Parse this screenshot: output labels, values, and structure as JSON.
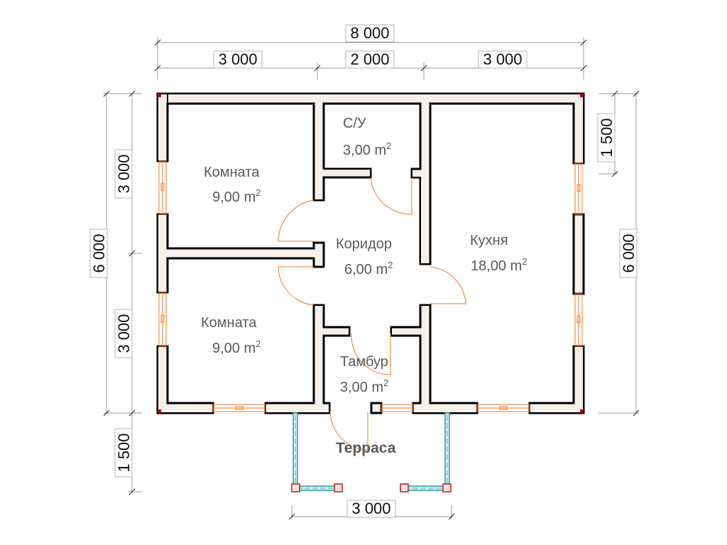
{
  "plan": {
    "units": "mm",
    "dimensions": {
      "top_total": "8 000",
      "top_segments": [
        "3 000",
        "2 000",
        "3 000"
      ],
      "left_total": "6 000",
      "left_segments": [
        "3 000",
        "3 000"
      ],
      "left_terrace": "1 500",
      "right_total": "6 000",
      "right_top": "1 500",
      "bottom_terrace": "3 000"
    },
    "rooms": [
      {
        "name": "Комната",
        "area": "9,00 m",
        "sup": "2"
      },
      {
        "name": "С/У",
        "area": "3,00 m",
        "sup": "2"
      },
      {
        "name": "Коридор",
        "area": "6,00 m",
        "sup": "2"
      },
      {
        "name": "Кухня",
        "area": "18,00 m",
        "sup": "2"
      },
      {
        "name": "Комната",
        "area": "9,00 m",
        "sup": "2"
      },
      {
        "name": "Тамбур",
        "area": "3,00 m",
        "sup": "2"
      }
    ],
    "terrace_label": "Терраса",
    "colors": {
      "wall_fill": "#f5f1ea",
      "wall_stroke": "#000000",
      "openings": "#f07a2a",
      "railing": "#2e9aa0",
      "posts": "#c41a1a",
      "text": "#5a5a5a"
    }
  }
}
